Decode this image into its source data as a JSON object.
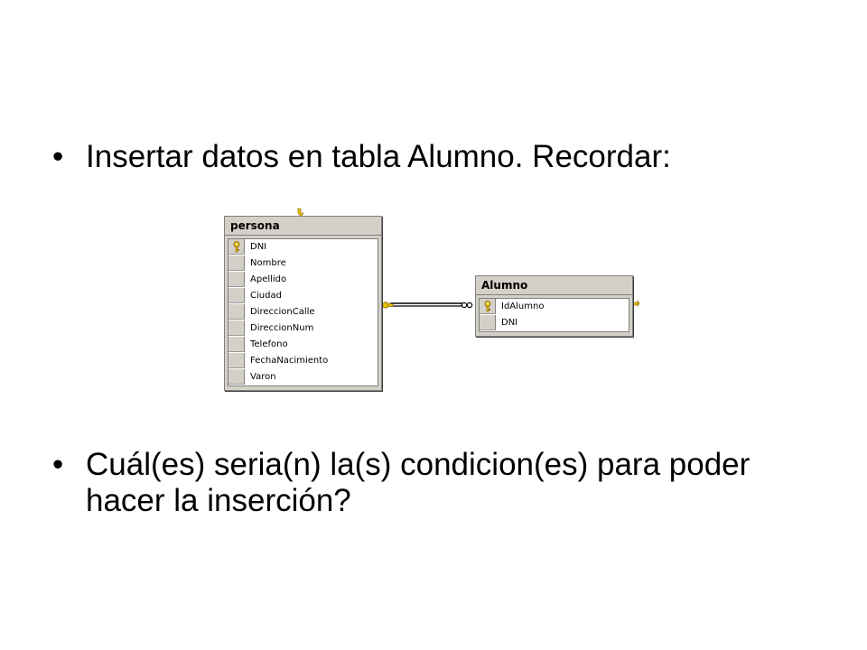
{
  "bullets": [
    {
      "marker": "•",
      "text": "Insertar datos en tabla Alumno. Recordar:"
    },
    {
      "marker": "•",
      "text": "Cuál(es) seria(n) la(s) condicion(es) para poder hacer la inserción?"
    }
  ],
  "diagram": {
    "tables": [
      {
        "name": "persona",
        "columns": [
          {
            "name": "DNI",
            "primary_key": true
          },
          {
            "name": "Nombre",
            "primary_key": false
          },
          {
            "name": "Apellido",
            "primary_key": false
          },
          {
            "name": "Ciudad",
            "primary_key": false
          },
          {
            "name": "DireccionCalle",
            "primary_key": false
          },
          {
            "name": "DireccionNum",
            "primary_key": false
          },
          {
            "name": "Telefono",
            "primary_key": false
          },
          {
            "name": "FechaNacimiento",
            "primary_key": false
          },
          {
            "name": "Varon",
            "primary_key": false
          }
        ]
      },
      {
        "name": "Alumno",
        "columns": [
          {
            "name": "IdAlumno",
            "primary_key": true
          },
          {
            "name": "DNI",
            "primary_key": false
          }
        ]
      }
    ],
    "relationship": {
      "from": "persona",
      "to": "Alumno",
      "from_end": "key-icon",
      "to_end": "infinity-icon"
    },
    "colors": {
      "key": "#e8c000",
      "table_bg": "#d4d0c8",
      "border": "#808080"
    }
  }
}
